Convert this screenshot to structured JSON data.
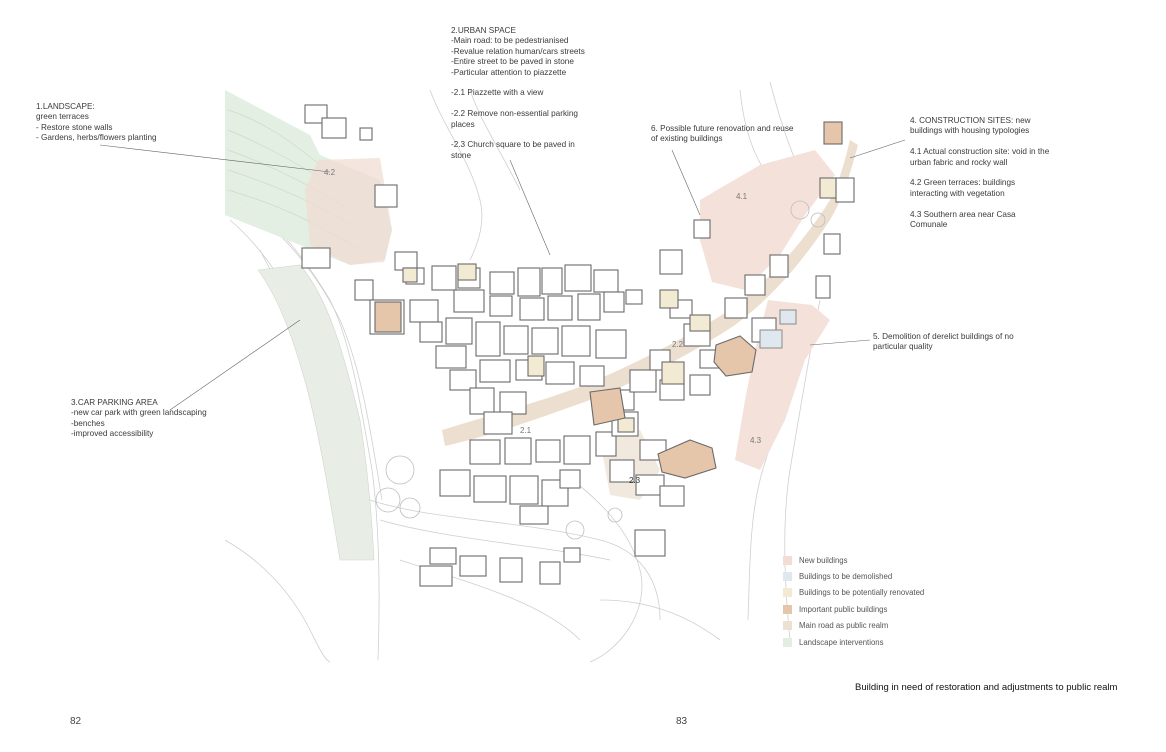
{
  "notes": {
    "landscape": [
      "1.LANDSCAPE:",
      "green terraces",
      "- Restore stone walls",
      "- Gardens, herbs/flowers planting"
    ],
    "urban_space_a": [
      "2.URBAN SPACE",
      "-Main road: to be pedestrianised",
      "-Revalue relation human/cars streets",
      "-Entire street to be paved in stone",
      "-Particular attention to piazzette"
    ],
    "urban_space_b": [
      "-2.1 Piazzette with a view"
    ],
    "urban_space_c": [
      "-2.2 Remove non-essential parking",
      "places"
    ],
    "urban_space_d": [
      "-2.3 Church square to be paved in",
      "stone"
    ],
    "renovation": [
      "6. Possible future renovation and reuse",
      "of existing buildings"
    ],
    "construction_a": [
      "4. CONSTRUCTION SITES: new",
      "buildings with housing typologies"
    ],
    "construction_b": [
      "4.1 Actual construction site: void in the",
      "urban fabric and rocky wall"
    ],
    "construction_c": [
      "4.2 Green terraces: buildings",
      "interacting with vegetation"
    ],
    "construction_d": [
      "4.3 Southern area near Casa",
      "Comunale"
    ],
    "demolition": [
      "5. Demolition of derelict buildings of no",
      "particular quality"
    ],
    "parking": [
      "3.CAR PARKING AREA",
      "-new car park with green landscaping",
      "-benches",
      "-improved accessibility"
    ]
  },
  "map_labels": {
    "l42": "4.2",
    "l41": "4.1",
    "l43": "4.3",
    "l22": "2.2",
    "l21": "2.1",
    "l23": "2.3"
  },
  "legend": [
    {
      "label": "New buildings",
      "color": "#f2dcd4"
    },
    {
      "label": "Buildings to be demolished",
      "color": "#dfe7ef"
    },
    {
      "label": "Buildings to be potentially renovated",
      "color": "#f3ead3"
    },
    {
      "label": "Important public buildings",
      "color": "#e6c6aa"
    },
    {
      "label": "Main road as public realm",
      "color": "#ece0d2"
    },
    {
      "label": "Landscape interventions",
      "color": "#e2eee0"
    }
  ],
  "caption": "Building in need of restoration and adjustments to public realm",
  "page_left": "82",
  "page_right": "83"
}
